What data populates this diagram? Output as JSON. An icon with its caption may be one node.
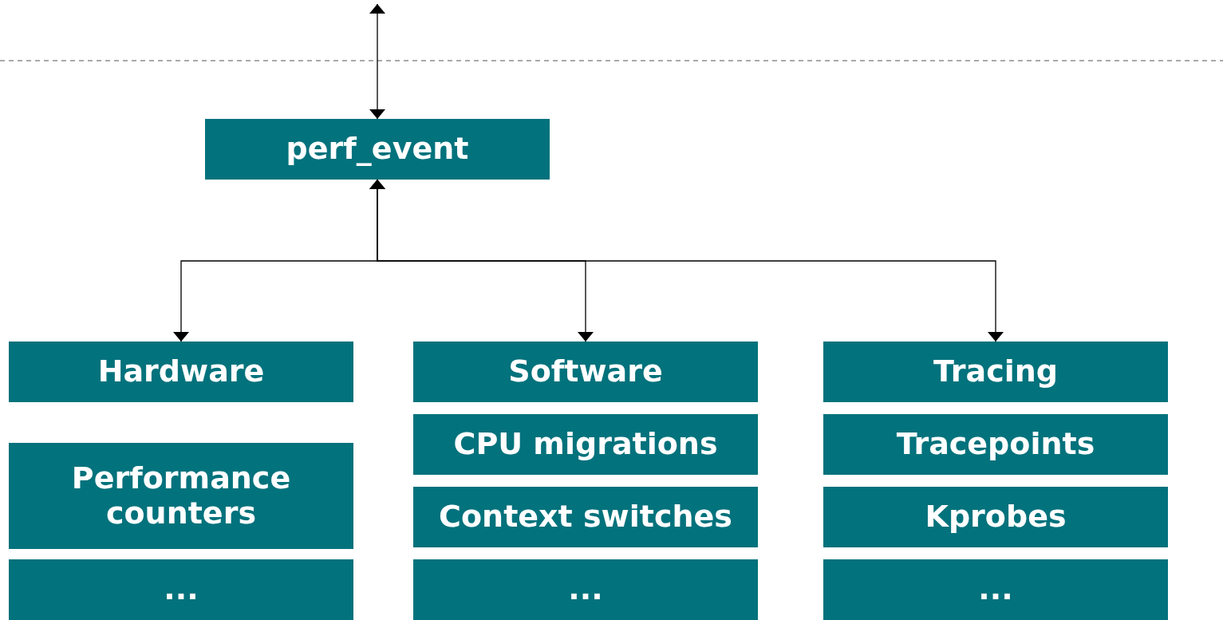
{
  "diagram": {
    "nodes": [
      {
        "text": [
          "perf_event"
        ]
      },
      {
        "text": [
          "Hardware"
        ]
      },
      {
        "text": [
          "Performance counters"
        ]
      },
      {
        "text": [
          "..."
        ]
      },
      {
        "text": [
          "Software"
        ]
      },
      {
        "text": [
          "CPU migrations"
        ]
      },
      {
        "text": [
          "Context switches"
        ]
      },
      {
        "text": [
          "..."
        ]
      },
      {
        "text": [
          "Tracing"
        ]
      },
      {
        "text": [
          "Tracepoints"
        ]
      },
      {
        "text": [
          "Kprobes"
        ]
      },
      {
        "text": [
          "..."
        ]
      }
    ],
    "edges": [
      {
        "from": null,
        "to": 0,
        "arrow": "both"
      },
      {
        "from": 0,
        "to": 1,
        "arrow": "both"
      },
      {
        "from": 0,
        "to": 4,
        "arrow": "both"
      },
      {
        "from": 0,
        "to": 8,
        "arrow": "both"
      }
    ]
  }
}
